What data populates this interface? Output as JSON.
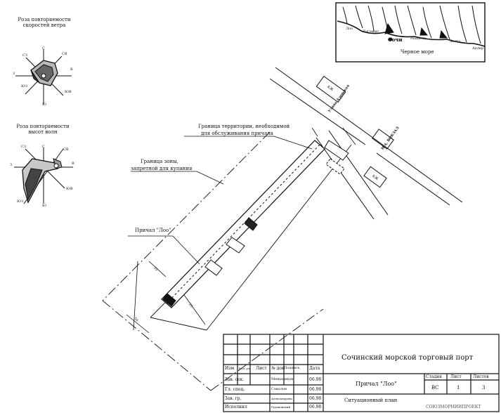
{
  "wind_rose": {
    "title_line1": "Роза повторяемости",
    "title_line2": "скоростей ветра",
    "dirs": [
      "С",
      "СВ",
      "В",
      "ЮВ",
      "Ю",
      "ЮЗ",
      "З",
      "СЗ"
    ]
  },
  "wave_rose": {
    "title_line1": "Роза повторяемости",
    "title_line2": "высот волн",
    "dirs": [
      "С",
      "СВ",
      "В",
      "ЮВ",
      "Ю",
      "ЮЗ",
      "З",
      "СЗ"
    ]
  },
  "location_map": {
    "places": [
      "Лоо",
      "Дагомыс",
      "Сочи",
      "Мацеста",
      "Хоста",
      "Адлер"
    ],
    "sea": "Черное море"
  },
  "site_plan": {
    "territory_boundary_line1": "Граница территории, необходимой",
    "territory_boundary_line2": "для обслуживания причала",
    "swim_zone_line1": "Граница зоны,",
    "swim_zone_line2": "запретной для купания",
    "pier": "Причал \"Лоо\"",
    "street": "Улица Азовская",
    "building_a": "КЖ",
    "building_b": "КЖ",
    "building_c": "Н.А. ВОКЗАЛ",
    "dim_a": "25",
    "dim_b": "25",
    "dim_c": "50"
  },
  "title_block": {
    "org": "Сочинский морской торговый порт",
    "object": "Причал \"Лоо\"",
    "sheet_title": "Ситуационный план",
    "headers": [
      "Изм",
      "Кол. уч",
      "Лист",
      "№ док",
      "Подпись",
      "Дата"
    ],
    "stage_headers": [
      "Стадия",
      "Лист",
      "Листов"
    ],
    "stage_values": [
      "ВС",
      "1",
      "3"
    ],
    "rows": [
      {
        "role": "Зав. сек.",
        "name": "Меньшиков",
        "date": "06.98"
      },
      {
        "role": "Гл. спец.",
        "name": "Соколов",
        "date": "06.98"
      },
      {
        "role": "Зав. гр.",
        "name": "Александрова",
        "date": "06.98"
      },
      {
        "role": "Исполнил",
        "name": "Рудаковский",
        "date": "06.98"
      }
    ],
    "cutoff": "СОЮЗМОРНИИПРОЕКТ"
  }
}
